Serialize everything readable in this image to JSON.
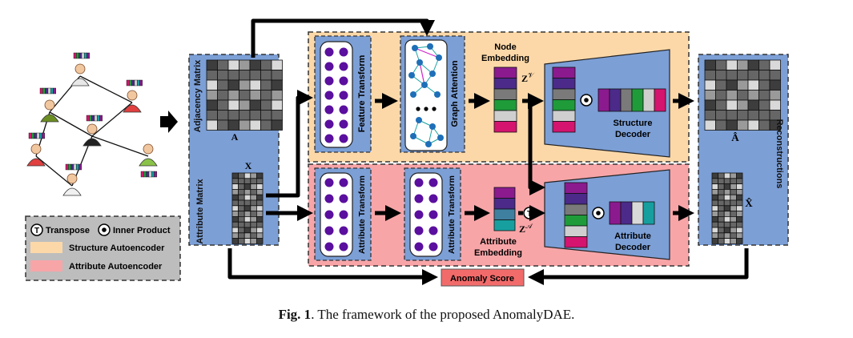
{
  "legend": {
    "transpose_symbol": "T",
    "transpose_label": "Transpose",
    "inner_product_label": "Inner Product",
    "structure_label": "Structure Autoencoder",
    "attribute_label": "Attribute Autoencoder"
  },
  "input": {
    "adjacency_label": "Adjacency Matrix",
    "adjacency_symbol": "A",
    "attribute_label": "Attribute Matrix",
    "attribute_symbol": "X"
  },
  "structure": {
    "feature_transform": "Feature Transform",
    "graph_attention": "Graph Attention",
    "embedding_title_1": "Node",
    "embedding_title_2": "Embedding",
    "embedding_symbol": "Z",
    "embedding_superscript": "𝒱",
    "decoder_1": "Structure",
    "decoder_2": "Decoder"
  },
  "attribute": {
    "transform_1": "Attribute Transform",
    "transform_2": "Attribute Transform",
    "embedding_title_1": "Attribute",
    "embedding_title_2": "Embedding",
    "embedding_symbol": "Z",
    "embedding_superscript": "𝒜",
    "decoder_1": "Attribute",
    "decoder_2": "Decoder"
  },
  "output": {
    "reconstructions_label": "Reconstructions",
    "a_hat": "Â",
    "x_hat": "X̂"
  },
  "anomaly_score": "Anomaly Score",
  "caption": {
    "prefix": "Fig. 1",
    "text": ". The framework of the proposed AnomalyDAE."
  },
  "colors": {
    "structure_bg": "#fcd8a8",
    "attribute_bg": "#f8a5a8",
    "panel_blue": "#7c9fd6",
    "node_purple": "#5a0f9e",
    "anomaly_bg": "#f26b6b"
  }
}
